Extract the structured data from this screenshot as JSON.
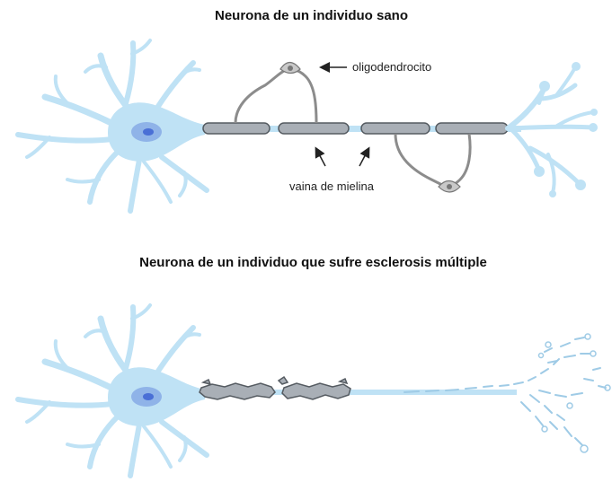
{
  "titles": {
    "healthy": "Neurona de un individuo sano",
    "ms": "Neurona de un individuo que sufre esclerosis múltiple"
  },
  "labels": {
    "oligodendrocyte": "oligodendrocito",
    "myelin_sheath": "vaina de mielina"
  },
  "colors": {
    "neuron_fill": "#bfe2f5",
    "neuron_stroke": "#9fcbe6",
    "nucleus_outer": "#8fb3e8",
    "nucleus_inner": "#4a6fd6",
    "myelin_fill": "#a9afb6",
    "myelin_stroke": "#555b61",
    "oligo_process": "#8c8c8c"
  }
}
